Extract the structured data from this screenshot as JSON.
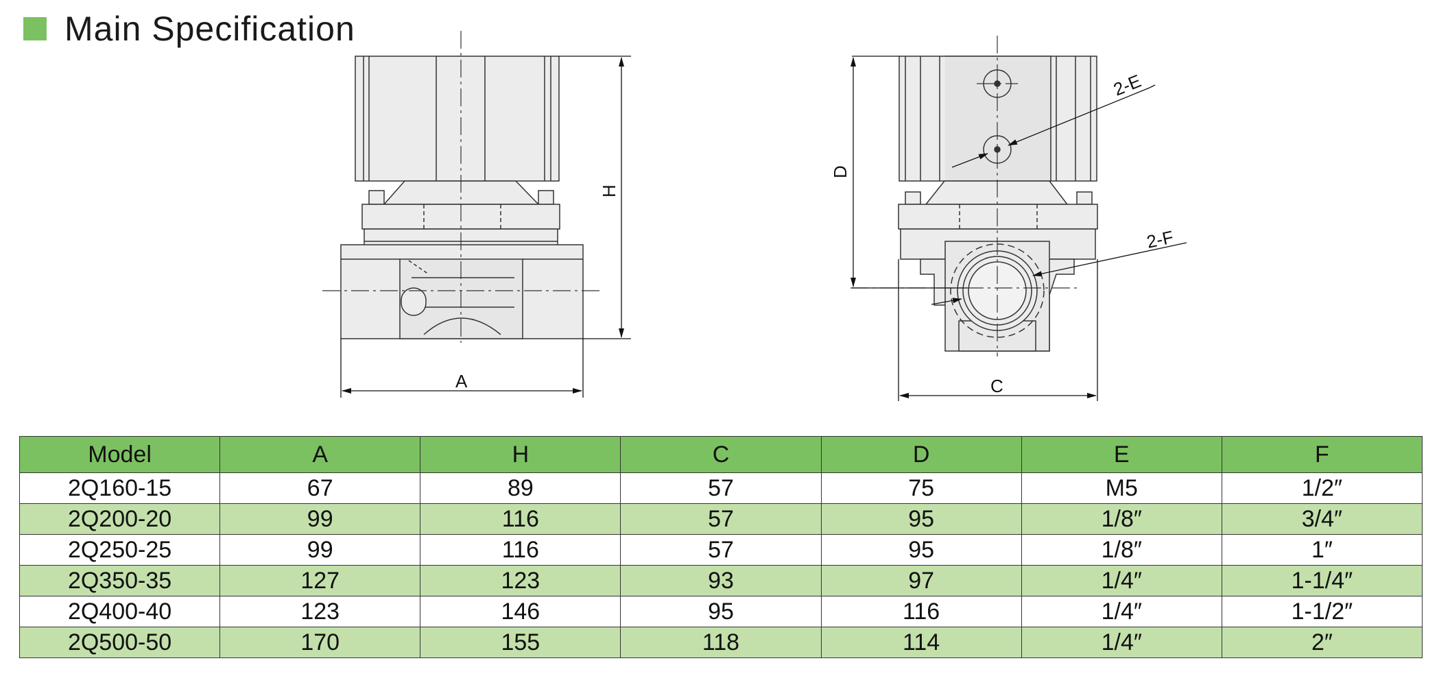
{
  "title": "Main Specification",
  "colors": {
    "accent": "#7cc161",
    "row_alt": "#c3e0ab",
    "body_fill": "#ededed"
  },
  "icons": {
    "title_marker": "green-square-icon"
  },
  "diagram": {
    "front_labels": {
      "width": "A",
      "height": "H"
    },
    "side_labels": {
      "width": "C",
      "height": "D",
      "port_top": "2-E",
      "port_bottom": "2-F"
    }
  },
  "table": {
    "headers": [
      "Model",
      "A",
      "H",
      "C",
      "D",
      "E",
      "F"
    ],
    "rows": [
      [
        "2Q160-15",
        "67",
        "89",
        "57",
        "75",
        "M5",
        "1/2″"
      ],
      [
        "2Q200-20",
        "99",
        "116",
        "57",
        "95",
        "1/8″",
        "3/4″"
      ],
      [
        "2Q250-25",
        "99",
        "116",
        "57",
        "95",
        "1/8″",
        "1″"
      ],
      [
        "2Q350-35",
        "127",
        "123",
        "93",
        "97",
        "1/4″",
        "1-1/4″"
      ],
      [
        "2Q400-40",
        "123",
        "146",
        "95",
        "116",
        "1/4″",
        "1-1/2″"
      ],
      [
        "2Q500-50",
        "170",
        "155",
        "118",
        "114",
        "1/4″",
        "2″"
      ]
    ]
  }
}
